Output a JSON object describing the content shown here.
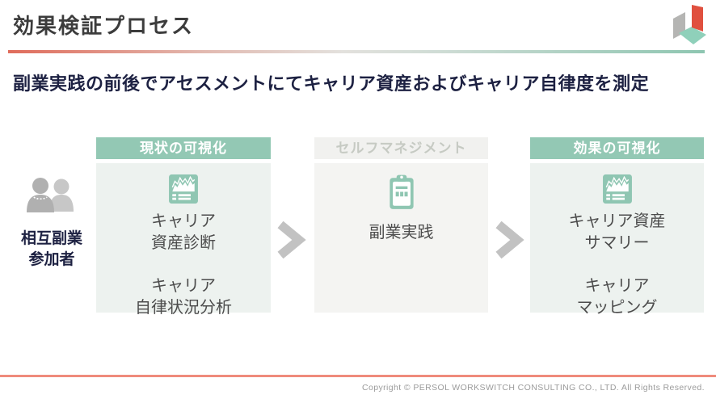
{
  "header": {
    "title": "効果検証プロセス",
    "subtitle": "副業実践の前後でアセスメントにてキャリア資産およびキャリア自律度を測定"
  },
  "participant": {
    "label": [
      "相互副業",
      "参加者"
    ]
  },
  "process": {
    "steps": [
      {
        "header": "現状の可視化",
        "state": "active",
        "icon": "chart-report-icon",
        "items": [
          [
            "キャリア",
            "資産診断"
          ],
          [
            "キャリア",
            "自律状況分析"
          ]
        ]
      },
      {
        "header": "セルフマネジメント",
        "state": "muted",
        "icon": "clipboard-icon",
        "items": [
          [
            "副業実践"
          ]
        ]
      },
      {
        "header": "効果の可視化",
        "state": "active",
        "icon": "chart-report-icon",
        "items": [
          [
            "キャリア資産",
            "サマリー"
          ],
          [
            "キャリア",
            "マッピング"
          ]
        ]
      }
    ]
  },
  "footer": {
    "copyright": "Copyright © PERSOL WORKSWITCH CONSULTING  CO., LTD. All Rights Reserved."
  },
  "colors": {
    "accent_teal": "#93c8b4",
    "accent_red": "#e0503f",
    "muted_header_bg": "#f1f1ef",
    "active_box_bg": "#edf2ef",
    "muted_box_bg": "#f4f4f2",
    "arrow_gray": "#c2c2c2",
    "footer_line": "#ef8b7c"
  }
}
